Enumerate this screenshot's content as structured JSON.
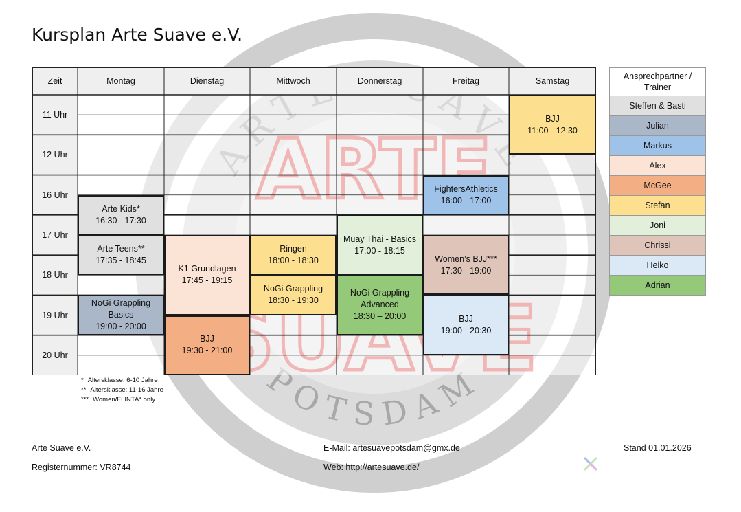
{
  "title": "Kursplan Arte Suave e.V.",
  "watermark": {
    "top_text": "ARTE SUAVE",
    "bottom_text": "POTSDAM",
    "logo_text": "ARTE SUAVE",
    "colors": {
      "red": "#e03131",
      "grey": "#8c8c8c"
    }
  },
  "schedule": {
    "header_time": "Zeit",
    "days": [
      "Montag",
      "Dienstag",
      "Mittwoch",
      "Donnerstag",
      "Freitag",
      "Samstag"
    ],
    "hours": [
      "11 Uhr",
      "12 Uhr",
      "16 Uhr",
      "17 Uhr",
      "18 Uhr",
      "19 Uhr",
      "20 Uhr"
    ],
    "courses": [
      {
        "day": 0,
        "start": 2.5,
        "end": 3.5,
        "lines": [
          "Arte Kids*",
          "16:30 - 17:30"
        ],
        "color": "#e0e0e0"
      },
      {
        "day": 0,
        "start": 3.5,
        "end": 4.5,
        "lines": [
          "Arte Teens**",
          "17:35 - 18:45"
        ],
        "color": "#e0e0e0"
      },
      {
        "day": 0,
        "start": 5.0,
        "end": 6.0,
        "lines": [
          "NoGi Grappling",
          "Basics",
          "19:00 - 20:00"
        ],
        "color": "#a9b7c9"
      },
      {
        "day": 1,
        "start": 3.5,
        "end": 5.5,
        "lines": [
          "K1 Grundlagen",
          "17:45 - 19:15"
        ],
        "color": "#fbe3d5"
      },
      {
        "day": 1,
        "start": 5.5,
        "end": 7.0,
        "lines": [
          "BJJ",
          "19:30 - 21:00"
        ],
        "color": "#f3ae84"
      },
      {
        "day": 2,
        "start": 3.5,
        "end": 4.5,
        "lines": [
          "Ringen",
          "18:00 - 18:30"
        ],
        "color": "#fde08f"
      },
      {
        "day": 2,
        "start": 4.5,
        "end": 5.5,
        "lines": [
          "NoGi Grappling",
          "18:30 - 19:30"
        ],
        "color": "#fde08f"
      },
      {
        "day": 3,
        "start": 3.0,
        "end": 4.5,
        "lines": [
          "Muay Thai - Basics",
          "17:00 - 18:15"
        ],
        "color": "#e1efdb"
      },
      {
        "day": 3,
        "start": 4.5,
        "end": 6.0,
        "lines": [
          "NoGi Grappling",
          "Advanced",
          "18:30 – 20:00"
        ],
        "color": "#94c97a"
      },
      {
        "day": 4,
        "start": 2.0,
        "end": 3.0,
        "lines": [
          "FightersAthletics",
          "16:00 - 17:00"
        ],
        "color": "#9ec2e8"
      },
      {
        "day": 4,
        "start": 3.5,
        "end": 5.0,
        "lines": [
          "Women’s BJJ***",
          "17:30 - 19:00"
        ],
        "color": "#dfc5b9"
      },
      {
        "day": 4,
        "start": 5.0,
        "end": 6.5,
        "lines": [
          "BJJ",
          "19:00 - 20:30"
        ],
        "color": "#dbe8f5"
      },
      {
        "day": 5,
        "start": 0.0,
        "end": 1.5,
        "lines": [
          "BJJ",
          "11:00 - 12:30"
        ],
        "color": "#fde08f"
      }
    ]
  },
  "legend": {
    "header": "Ansprechpartner / Trainer",
    "items": [
      {
        "name": "Steffen & Basti",
        "color": "#e0e0e0"
      },
      {
        "name": "Julian",
        "color": "#a9b7c9"
      },
      {
        "name": "Markus",
        "color": "#9ec2e8"
      },
      {
        "name": "Alex",
        "color": "#fbe3d5"
      },
      {
        "name": "McGee",
        "color": "#f3ae84"
      },
      {
        "name": "Stefan",
        "color": "#fde08f"
      },
      {
        "name": "Joni",
        "color": "#e1efdb"
      },
      {
        "name": "Chrissi",
        "color": "#dfc5b9"
      },
      {
        "name": "Heiko",
        "color": "#dbe8f5"
      },
      {
        "name": "Adrian",
        "color": "#94c97a"
      }
    ]
  },
  "footnotes": [
    {
      "mark": "*",
      "text": "Altersklasse: 6-10 Jahre"
    },
    {
      "mark": "**",
      "text": "Altersklasse: 11-16 Jahre"
    },
    {
      "mark": "***",
      "text": "Women/FLINTA* only"
    }
  ],
  "footer": {
    "org": "Arte Suave e.V.",
    "register": "Registernummer: VR8744",
    "email": "E-Mail: artesuavepotsdam@gmx.de",
    "web": "Web: http://artesuave.de/",
    "stand": "Stand 01.01.2026",
    "xlogo_icon": "x-logo-icon"
  }
}
